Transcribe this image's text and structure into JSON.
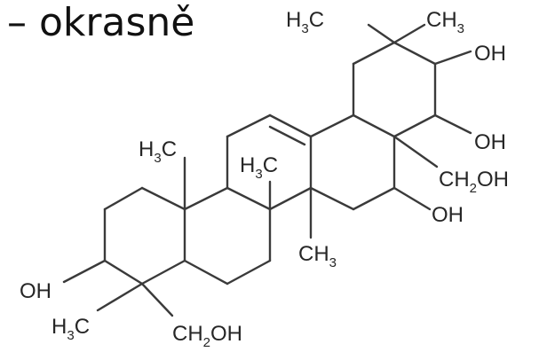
{
  "heading": "– okrasně",
  "labels": {
    "top_left_methyl": [
      "H",
      "3",
      "C"
    ],
    "top_right_methyl": [
      "CH",
      "3"
    ],
    "oh_top": "OH",
    "oh_middle": "OH",
    "ch2oh_right": [
      "CH",
      "2",
      "OH"
    ],
    "oh_lower_right": "OH",
    "h3c_mid_left": [
      "H",
      "3",
      "C"
    ],
    "h3c_mid_center": [
      "H",
      "3",
      "C"
    ],
    "ch3_center": [
      "CH",
      "3"
    ],
    "oh_left": "OH",
    "h3c_bottom": [
      "H",
      "3",
      "C"
    ],
    "ch2oh_bottom": [
      "CH",
      "2",
      "OH"
    ]
  },
  "colors": {
    "ink": "#262626",
    "bond": "#3a3a3a",
    "background": "#ffffff"
  }
}
